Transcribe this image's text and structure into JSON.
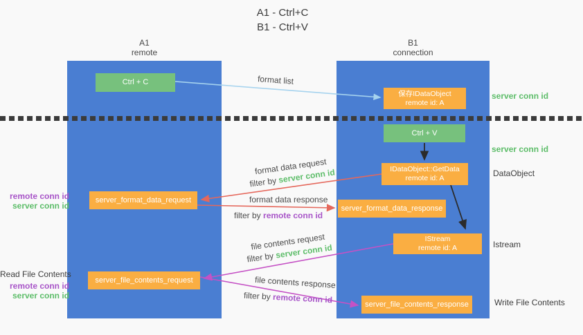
{
  "title": {
    "line1": "A1 - Ctrl+C",
    "line2": "B1 - Ctrl+V"
  },
  "lanes": [
    {
      "name": "A1",
      "role": "remote"
    },
    {
      "name": "B1",
      "role": "connection"
    }
  ],
  "boxes": {
    "ctrl_c": {
      "label": "Ctrl + C"
    },
    "save_idataobject": {
      "line1": "保存IDataObject",
      "line2": "remote id: A"
    },
    "ctrl_v": {
      "label": "Ctrl + V"
    },
    "getdata": {
      "line1": "IDataObject::GetData",
      "line2": "remote id: A"
    },
    "server_format_data_request": {
      "label": "server_format_data_request"
    },
    "server_format_data_response": {
      "label": "server_format_data_response"
    },
    "istream": {
      "line1": "IStream",
      "line2": "remote id: A"
    },
    "server_file_contents_request": {
      "label": "server_file_contents_request"
    },
    "server_file_contents_response": {
      "label": "server_file_contents_response"
    }
  },
  "flow_labels": {
    "format_list": "format list",
    "format_data_request": "format data request",
    "format_data_response": "format data response",
    "file_contents_request": "file contents request",
    "file_contents_response": "file contents response",
    "filter_by": "filter by",
    "server_conn_id": "server conn id",
    "remote_conn_id": "remote conn id"
  },
  "side_labels": {
    "server_conn_id": "server conn id",
    "remote_conn_id": "remote conn id",
    "dataobject": "DataObject",
    "istream": "Istream",
    "read_file_contents": "Read File Contents",
    "write_file_contents": "Write File Contents"
  },
  "colors": {
    "lane_blue": "#4a7ed2",
    "box_green": "#77c17d",
    "box_orange": "#faae42",
    "arrow_light_blue": "#a6d3ee",
    "arrow_red": "#e5685c",
    "arrow_magenta": "#c552c5",
    "arrow_black": "#2b2b2b",
    "text_green": "#5dbd69",
    "text_purple": "#a855c8"
  }
}
